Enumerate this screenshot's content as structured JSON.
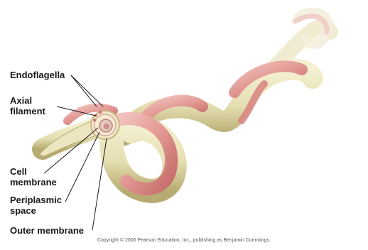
{
  "labels": {
    "endoflagella": "Endoflagella",
    "axial_filament": "Axial\nfilament",
    "cell_membrane": "Cell\nmembrane",
    "periplasmic_space": "Periplasmic\nspace",
    "outer_membrane": "Outer membrane"
  },
  "copyright": "Copyright © 2006 Pearson Education, Inc., publishing as Benjamin Cummings.",
  "colors": {
    "cell_body": "#e8e2b8",
    "cell_shade": "#b9b07a",
    "filament": "#e5a3a0",
    "filament_shade": "#c9706f",
    "leader_line": "#1a1a1a"
  }
}
